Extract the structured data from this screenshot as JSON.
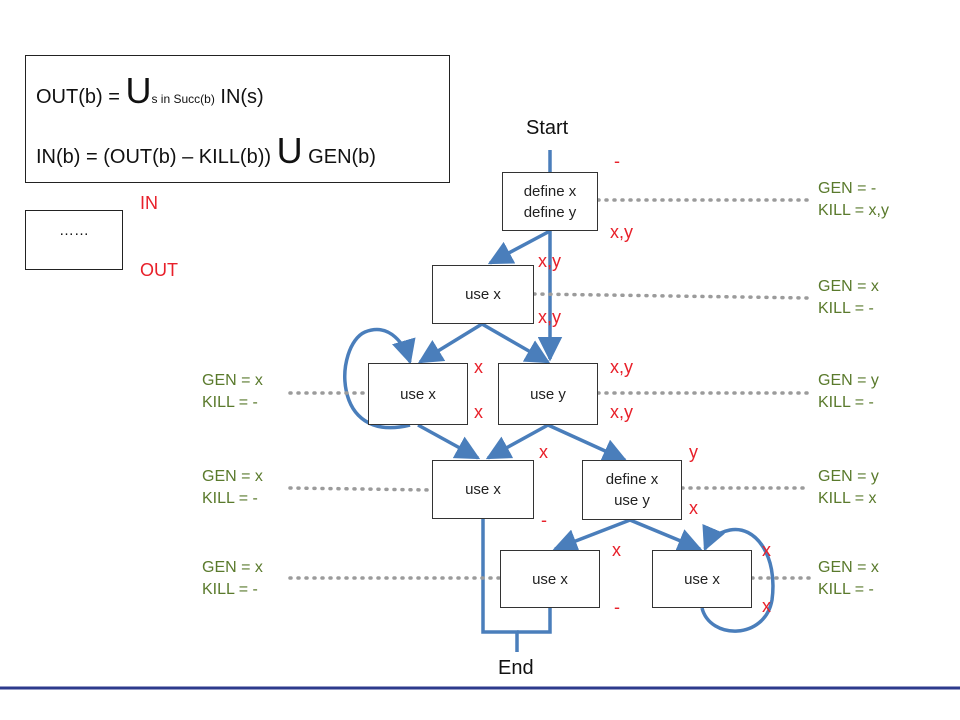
{
  "formula": {
    "out_lhs": "OUT(b) =",
    "out_union": "U",
    "out_sub": "s in Succ(b)",
    "out_rhs": "IN(s)",
    "in_lhs": "IN(b) = (OUT(b) – KILL(b))",
    "in_union": "U",
    "in_rhs": "GEN(b)"
  },
  "legend": {
    "box": "……",
    "in": "IN",
    "out": "OUT"
  },
  "start": "Start",
  "end": "End",
  "nodes": {
    "n1": [
      "define x",
      "define y"
    ],
    "n2": [
      "use x"
    ],
    "n3": [
      "use x"
    ],
    "n4": [
      "use y"
    ],
    "n5": [
      "use x"
    ],
    "n6": [
      "define x",
      "use y"
    ],
    "n7": [
      "use x"
    ],
    "n8": [
      "use x"
    ]
  },
  "sets": {
    "n1_in": "-",
    "n1_out": "x,y",
    "n2_in": "x,y",
    "n2_out": "x,y",
    "n3_in": "x",
    "n3_out": "x",
    "n4_in": "x,y",
    "n4_out": "x,y",
    "n5_in": "x",
    "n5_out": "-",
    "n6_in": "y",
    "n6_out": "x",
    "n7_in": "x",
    "n7_out": "-",
    "n8_in": "x",
    "n8_out": "x"
  },
  "genkill": {
    "n1": [
      "GEN = -",
      "KILL = x,y"
    ],
    "n2": [
      "GEN = x",
      "KILL = -"
    ],
    "n3": [
      "GEN = x",
      "KILL = -"
    ],
    "n4": [
      "GEN = y",
      "KILL = -"
    ],
    "n5": [
      "GEN = x",
      "KILL =  -"
    ],
    "n6": [
      "GEN = y",
      "KILL = x"
    ],
    "n7": [
      "GEN = x",
      "KILL = -"
    ],
    "n8": [
      "GEN = x",
      "KILL = -"
    ]
  },
  "colors": {
    "edge": "#4a7ebb",
    "set_label": "#e8202a",
    "gen_kill": "#5a7a2c",
    "leader": "#9b9b9b",
    "footer_rule": "#2d3a8c"
  }
}
